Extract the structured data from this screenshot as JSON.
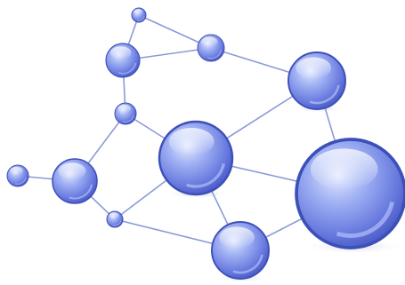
{
  "diagram": {
    "kind": "molecular-network",
    "colors": {
      "background": "#ffffff",
      "edge": "#8a9bd6",
      "node_light": "#dfe6ff",
      "node_mid": "#8d9ff0",
      "node_dark": "#4a5bcf",
      "node_rim": "#3d4fb8",
      "shadow": "#dfe3f2"
    },
    "nodes": [
      {
        "id": "n-top-tiny"
      },
      {
        "id": "n-upper-left"
      },
      {
        "id": "n-upper-mid"
      },
      {
        "id": "n-upper-right"
      },
      {
        "id": "n-mid-small"
      },
      {
        "id": "n-center-large"
      },
      {
        "id": "n-left-tiny"
      },
      {
        "id": "n-left-medium"
      },
      {
        "id": "n-lower-tiny"
      },
      {
        "id": "n-bottom-medium"
      },
      {
        "id": "n-right-huge"
      }
    ],
    "edges": [
      {
        "from": "n-top-tiny",
        "to": "n-upper-left"
      },
      {
        "from": "n-top-tiny",
        "to": "n-upper-mid"
      },
      {
        "from": "n-upper-left",
        "to": "n-upper-mid"
      },
      {
        "from": "n-upper-mid",
        "to": "n-upper-right"
      },
      {
        "from": "n-upper-left",
        "to": "n-mid-small"
      },
      {
        "from": "n-mid-small",
        "to": "n-left-medium"
      },
      {
        "from": "n-mid-small",
        "to": "n-center-large"
      },
      {
        "from": "n-upper-right",
        "to": "n-center-large"
      },
      {
        "from": "n-upper-right",
        "to": "n-right-huge"
      },
      {
        "from": "n-left-tiny",
        "to": "n-left-medium"
      },
      {
        "from": "n-left-medium",
        "to": "n-lower-tiny"
      },
      {
        "from": "n-lower-tiny",
        "to": "n-center-large"
      },
      {
        "from": "n-lower-tiny",
        "to": "n-bottom-medium"
      },
      {
        "from": "n-center-large",
        "to": "n-bottom-medium"
      },
      {
        "from": "n-center-large",
        "to": "n-right-huge"
      },
      {
        "from": "n-bottom-medium",
        "to": "n-right-huge"
      }
    ]
  }
}
